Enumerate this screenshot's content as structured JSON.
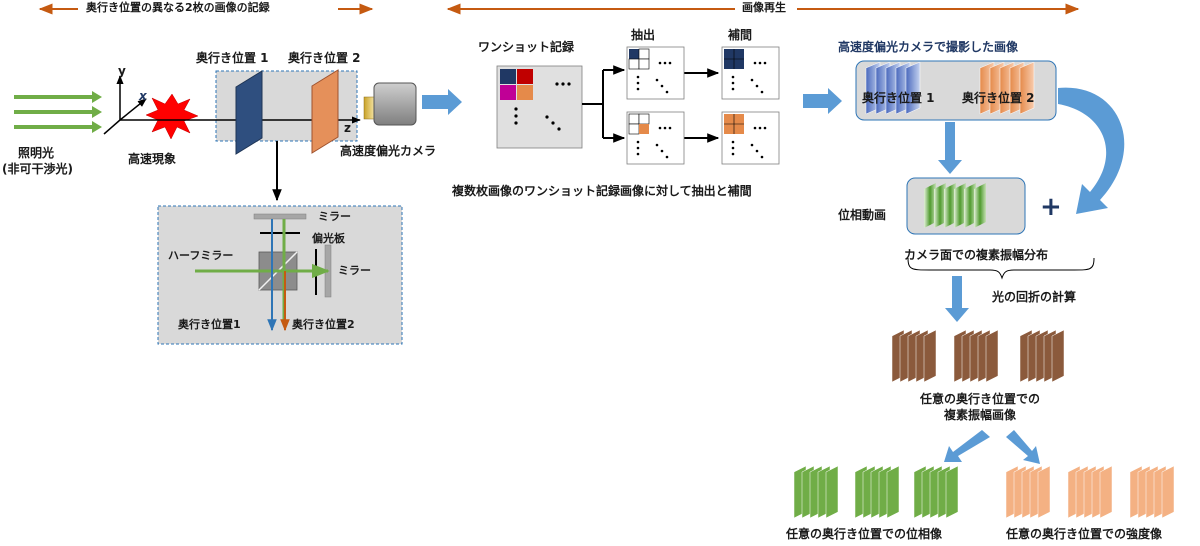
{
  "header": {
    "left": "奥行き位置の異なる2枚の画像の記録",
    "right": "画像再生"
  },
  "recording": {
    "light_label": "照明光",
    "light_sub": "(非可干渉光)",
    "axis_y": "y",
    "axis_x": "x",
    "axis_z": "z",
    "event_label": "高速現象",
    "pos1": "奥行き位置 1",
    "pos2": "奥行き位置 2",
    "camera_label": "高速度偏光カメラ"
  },
  "optics": {
    "mirror_top": "ミラー",
    "polarizer": "偏光板",
    "half_mirror": "ハーフミラー",
    "mirror_right": "ミラー",
    "pos1": "奥行き位置1",
    "pos2": "奥行き位置2"
  },
  "oneshot": {
    "record_label": "ワンショット記録",
    "extract_label": "抽出",
    "interp_label": "補間",
    "caption": "複数枚画像のワンショット記録画像に対して抽出と補間"
  },
  "reconstruction": {
    "camera_images_label": "高速度偏光カメラで撮影した画像",
    "pos1": "奥行き位置 1",
    "pos2": "奥行き位置 2",
    "phase_movie": "位相動画",
    "plus": "+",
    "complex_dist": "カメラ面での複素振幅分布",
    "diffraction": "光の回折の計算",
    "complex_images_1": "任意の奥行き位置での",
    "complex_images_2": "複素振幅画像",
    "phase_images": "任意の奥行き位置での位相像",
    "intensity_images": "任意の奥行き位置での強度像"
  },
  "colors": {
    "orange": "#c55a11",
    "navy": "#203864",
    "blue_arrow": "#5b9bd5",
    "green": "#70ad47",
    "brown": "#8b5a3c",
    "salmon": "#f4b183"
  }
}
